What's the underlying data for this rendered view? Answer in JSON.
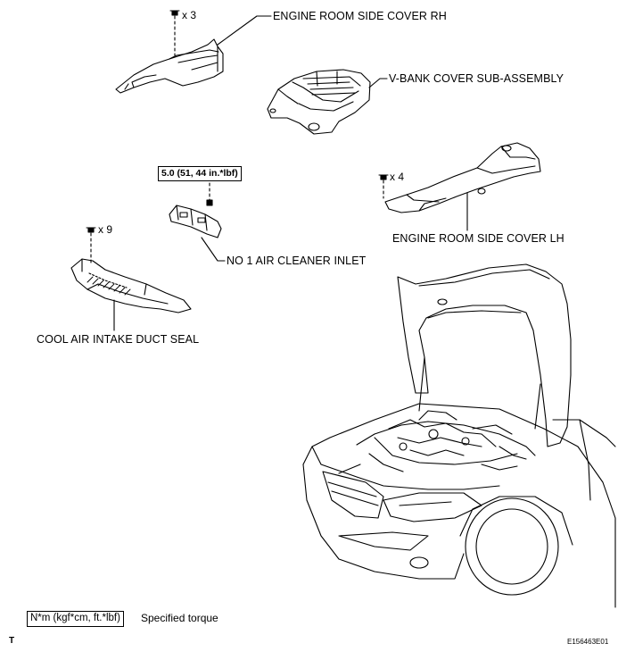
{
  "labels": {
    "rh_cover": "ENGINE ROOM SIDE COVER RH",
    "vbank_cover": "V-BANK COVER SUB-ASSEMBLY",
    "lh_cover": "ENGINE ROOM SIDE COVER LH",
    "air_inlet": "NO  1 AIR CLEANER INLET",
    "duct_seal": "COOL AIR INTAKE DUCT SEAL"
  },
  "quantities": {
    "rh_clips": "x 3",
    "lh_clips": "x 4",
    "seal_clips": "x 9"
  },
  "torque_value": "5.0 (51, 44 in.*lbf)",
  "legend": {
    "unit_box": "N*m (kgf*cm, ft.*lbf)",
    "text": "Specified torque"
  },
  "corner_mark": "T",
  "figure_id": "E156463E01",
  "colors": {
    "line": "#000000",
    "background": "#ffffff"
  }
}
